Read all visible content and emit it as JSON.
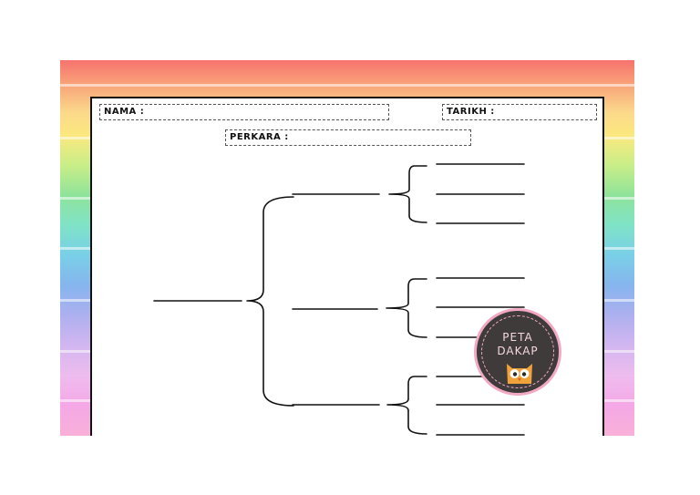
{
  "form": {
    "name_label": "NAMA :",
    "date_label": "TARIKH :",
    "subject_label": "PERKARA :"
  },
  "logo": {
    "line1": "PETA",
    "line2": "DAKAP"
  },
  "colors": {
    "frame_border": "#111111",
    "badge_bg": "#3f3b3b",
    "badge_accent": "#f3a9c3",
    "owl": "#f2a23a"
  }
}
